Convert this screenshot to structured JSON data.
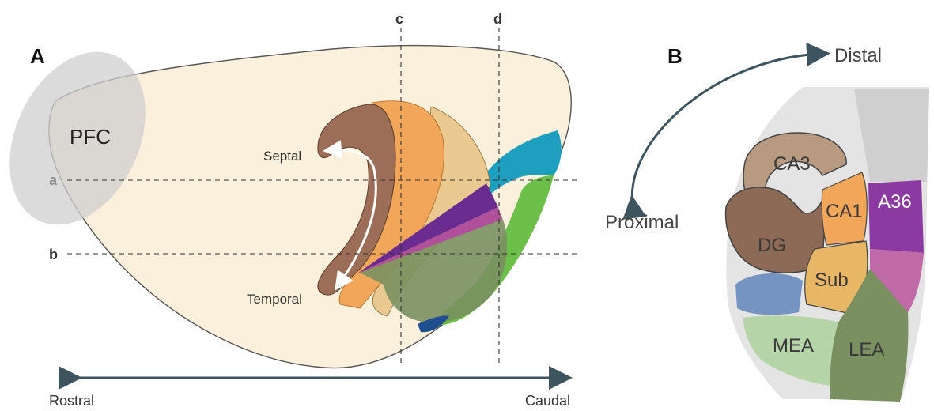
{
  "panel_a": {
    "label": "A",
    "pfc": "PFC",
    "septal": "Septal",
    "temporal": "Temporal",
    "line_a": "a",
    "line_b": "b",
    "line_c": "c",
    "line_d": "d",
    "rostral": "Rostral",
    "caudal": "Caudal"
  },
  "panel_b": {
    "label": "B",
    "distal": "Distal",
    "proximal": "Proximal",
    "regions": {
      "ca3": "CA3",
      "ca1": "CA1",
      "dg": "DG",
      "sub": "Sub",
      "a36": "A36",
      "mea": "MEA",
      "lea": "LEA"
    }
  },
  "colors": {
    "brain": "#fbf0dc",
    "pfc": "#cfcfcf",
    "hippocampus": "#9c6e58",
    "orange": "#f2a65a",
    "tan": "#e9c98f",
    "teal": "#1e9fbf",
    "green": "#6cc04a",
    "purple": "#6a2c91",
    "magenta": "#b0509b",
    "olive": "#7a9061",
    "navy": "#1f4f8f",
    "arrow": "#3e5560"
  }
}
